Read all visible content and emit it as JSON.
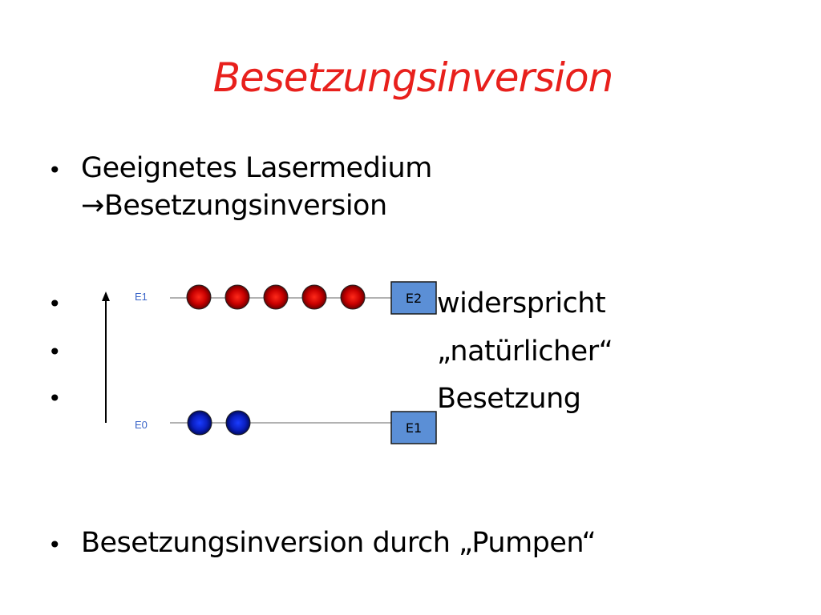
{
  "slide": {
    "title": "Besetzungsinversion",
    "bullets": [
      {
        "line1": "Geeignetes Lasermedium",
        "line2": "→Besetzungsinversion"
      },
      {
        "text": "widerspricht"
      },
      {
        "text": "„natürlicher“"
      },
      {
        "text": "Besetzung"
      },
      {
        "text": "Besetzungsinversion durch „Pumpen“"
      }
    ],
    "bullet_glyph": "•"
  },
  "diagram": {
    "upper_level_label": "E1",
    "lower_level_label": "E0",
    "upper_box_label": "E2",
    "lower_box_label": "E1",
    "upper_particle_count": 5,
    "lower_particle_count": 2,
    "colors": {
      "upper_particle": "#d40000",
      "lower_particle": "#0a1fd0",
      "box_fill": "#5b8fd6",
      "level_line": "#666666",
      "title": "#e8201c"
    }
  }
}
